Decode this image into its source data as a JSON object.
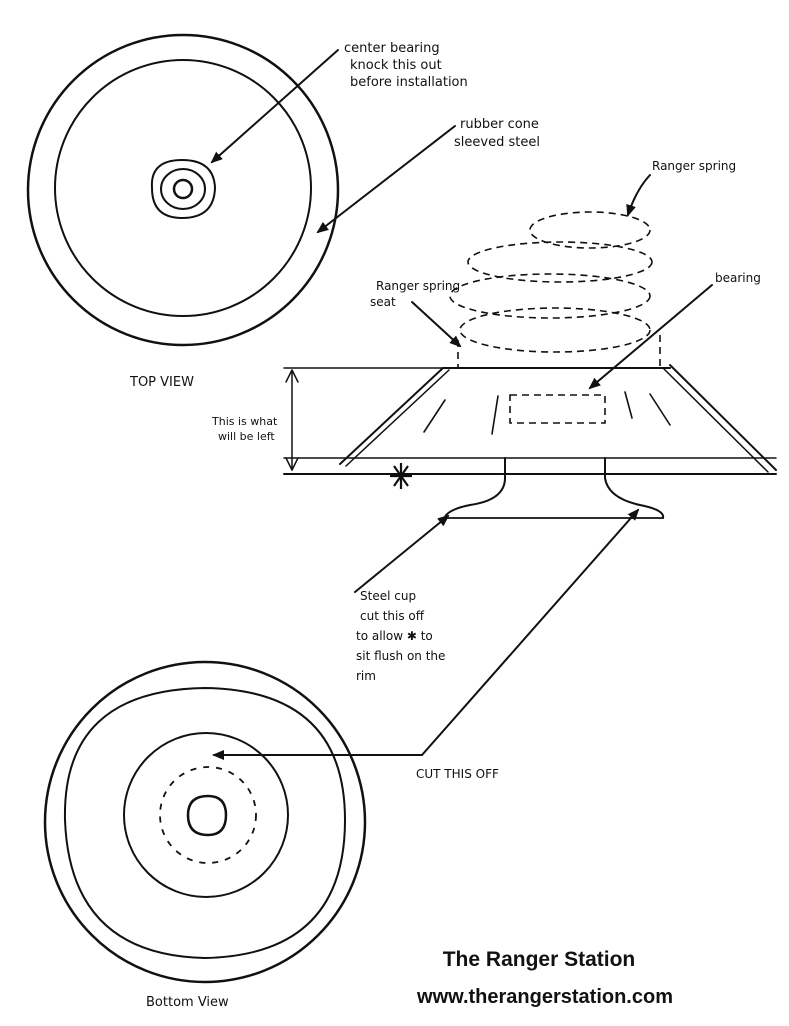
{
  "labels": {
    "center_bearing": [
      "center bearing",
      "knock this out",
      "before installation"
    ],
    "rubber_cone": [
      "rubber cone",
      "sleeved steel"
    ],
    "ranger_spring": "Ranger spring",
    "bearing": "bearing",
    "ranger_spring_seat": [
      "Ranger spring",
      "seat"
    ],
    "top_view": "TOP VIEW",
    "this_is_what_left": [
      "This is what",
      "will be left"
    ],
    "steel_cup_note": [
      "Steel cup",
      "cut this off",
      "to allow ✱ to",
      "sit flush on the",
      "rim"
    ],
    "cut_this_off": "CUT THIS OFF",
    "bottom_view": "Bottom View"
  },
  "brand": {
    "name": "The Ranger Station",
    "url": "www.therangerstation.com"
  },
  "colors": {
    "ink": "#111111",
    "background": "#ffffff"
  }
}
